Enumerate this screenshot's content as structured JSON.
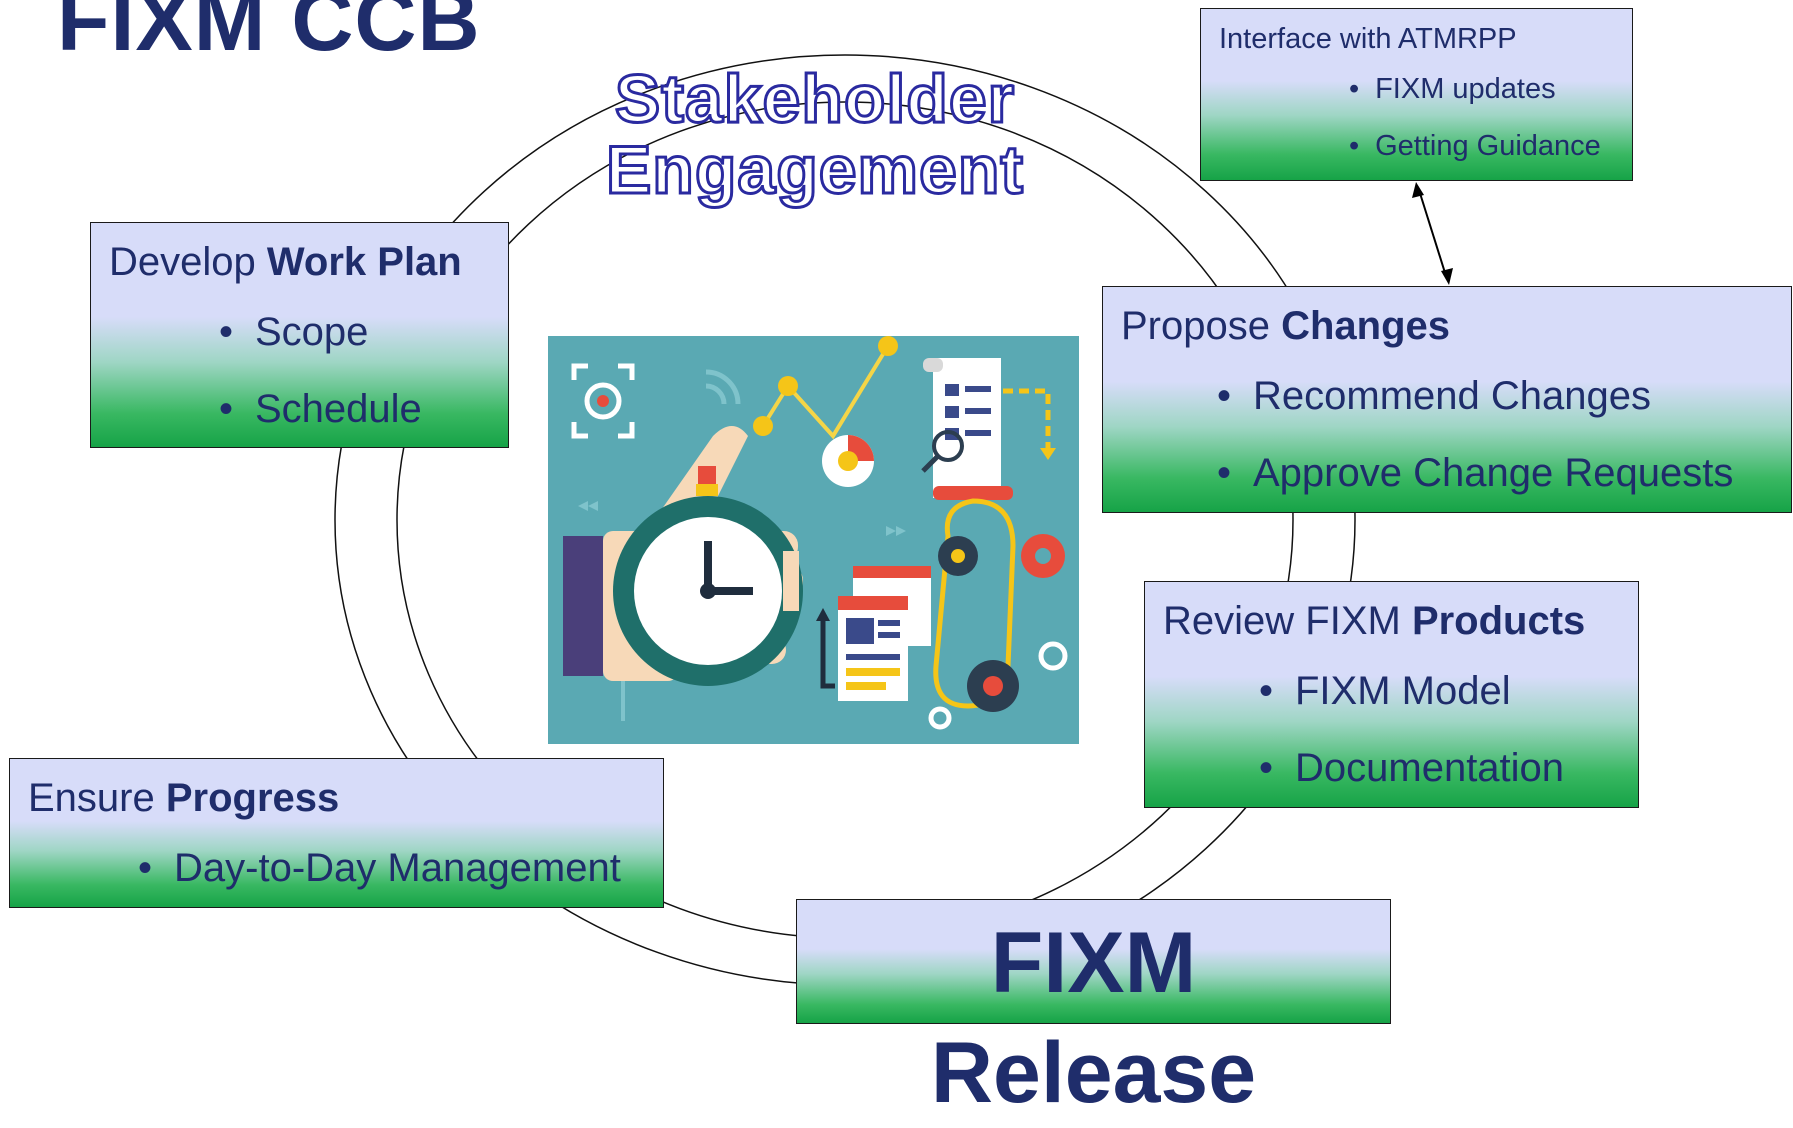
{
  "title": "FIXM CCB",
  "stakeholder": {
    "line1": "Stakeholder",
    "line2": "Engagement"
  },
  "boxes": {
    "interface": {
      "head": "Interface with ATMRPP",
      "items": [
        "FIXM updates",
        "Getting Guidance"
      ]
    },
    "workplan": {
      "head_plain": "Develop ",
      "head_bold": "Work Plan",
      "items": [
        "Scope",
        "Schedule"
      ]
    },
    "propose": {
      "head_plain": "Propose ",
      "head_bold": "Changes",
      "items": [
        "Recommend Changes",
        "Approve Change Requests"
      ]
    },
    "review": {
      "head_plain": "Review FIXM ",
      "head_bold": "Products",
      "items": [
        "FIXM Model",
        "Documentation"
      ]
    },
    "progress": {
      "head_plain": "Ensure ",
      "head_bold": "Progress",
      "items": [
        "Day-to-Day Management"
      ]
    },
    "release": {
      "label": "FIXM Release"
    }
  },
  "colors": {
    "title": "#1f2d6b",
    "outline_text": "#2a2aa0",
    "box_top": "#d7dcf9",
    "box_bottom": "#16a347",
    "illustration_bg": "#5aa9b3"
  }
}
